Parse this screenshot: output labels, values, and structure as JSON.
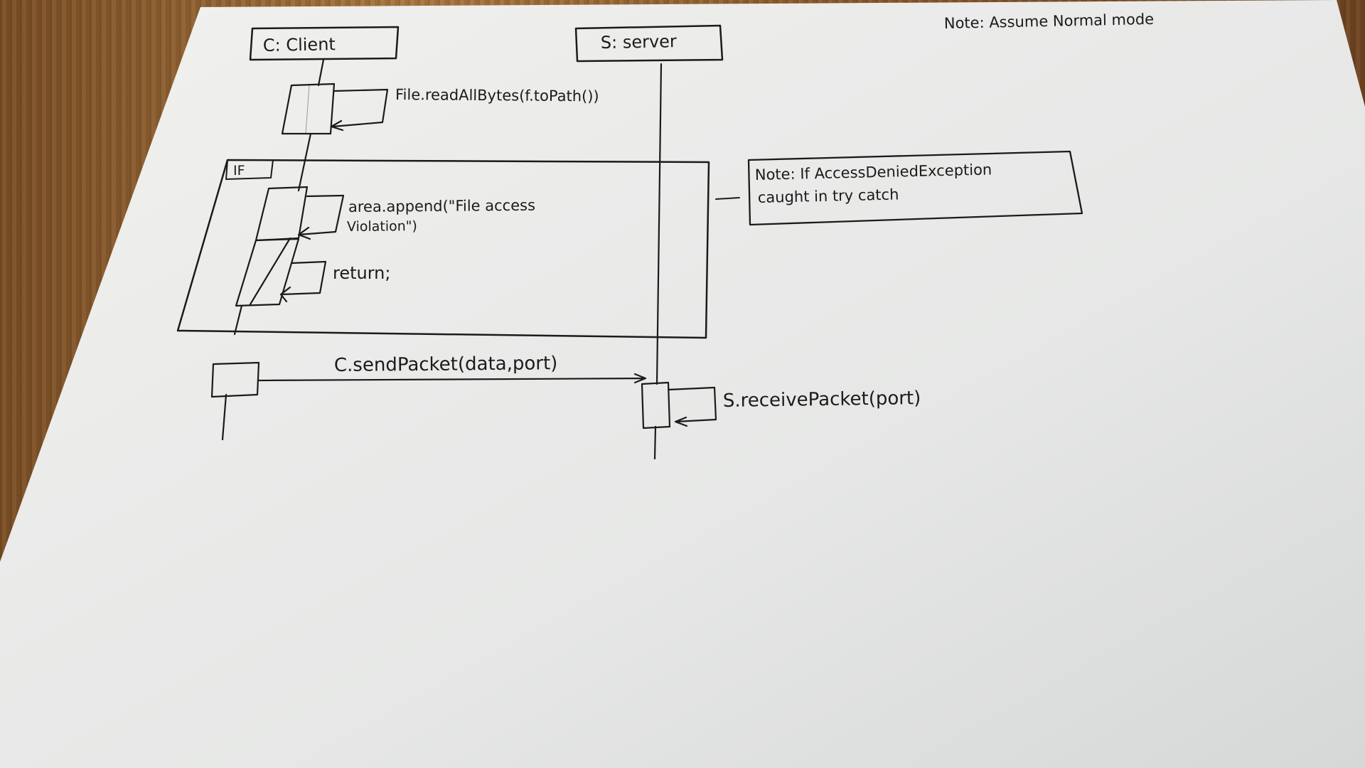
{
  "diagram": {
    "type": "sequence-diagram",
    "participants": [
      {
        "id": "client",
        "label": "C: Client"
      },
      {
        "id": "server",
        "label": "S: server"
      }
    ],
    "header_note": "Note: Assume Normal mode",
    "messages": [
      {
        "from": "client",
        "to": "client",
        "label": "File.readAllBytes(f.toPath())"
      },
      {
        "from": "client",
        "to": "client",
        "label_line1": "area.append(\"File access",
        "label_line2": "Violation\")"
      },
      {
        "from": "client",
        "to": "client",
        "label": "return;"
      },
      {
        "from": "client",
        "to": "server",
        "label": "C.sendPacket(data,port)"
      },
      {
        "from": "server",
        "to": "server",
        "label": "S.receivePacket(port)"
      }
    ],
    "fragment": {
      "keyword": "IF",
      "note_line1": "Note: If AccessDeniedException",
      "note_line2": "caught in try catch"
    }
  }
}
